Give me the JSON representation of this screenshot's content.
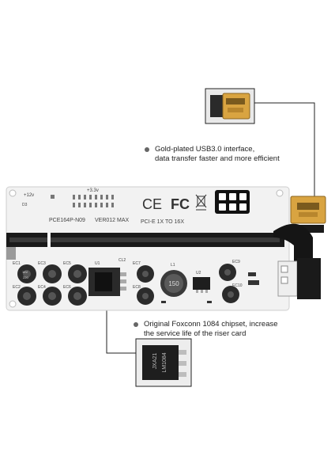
{
  "colors": {
    "board": "#f2f2f2",
    "slot": "#1a1a1a",
    "capacitor": "#2b2b2b",
    "gold": "#d9a441",
    "line": "#222222"
  },
  "icons": {
    "usb_port": "usb3-port-closeup-icon",
    "chip": "foxconn-chip-closeup-icon"
  },
  "board": {
    "model": "PCE164P-N09",
    "version": "VER012 MAX",
    "pcie_label": "PCI-E 1X TO 16X",
    "v12": "+12v",
    "v33": "+3.3v",
    "certifications": [
      "CE",
      "FC"
    ],
    "inductor": "150",
    "chip_marking": [
      "JXA21",
      "LM1084"
    ],
    "components": {
      "capacitors": [
        "EC1",
        "EC2",
        "EC3",
        "EC4",
        "EC5",
        "EC6",
        "EC7",
        "EC8",
        "EC9",
        "EC10"
      ],
      "others": [
        "U1",
        "U2",
        "L1",
        "CL2",
        "D3"
      ]
    },
    "cap_label": [
      "16V",
      "220"
    ]
  },
  "callouts": {
    "usb": {
      "line1": "Gold-plated USB3.0 interface,",
      "line2": "data transfer faster and more efficient"
    },
    "chip": {
      "line1": "Original Foxconn 1084 chipset, increase",
      "line2": "the service life of the riser card"
    }
  }
}
